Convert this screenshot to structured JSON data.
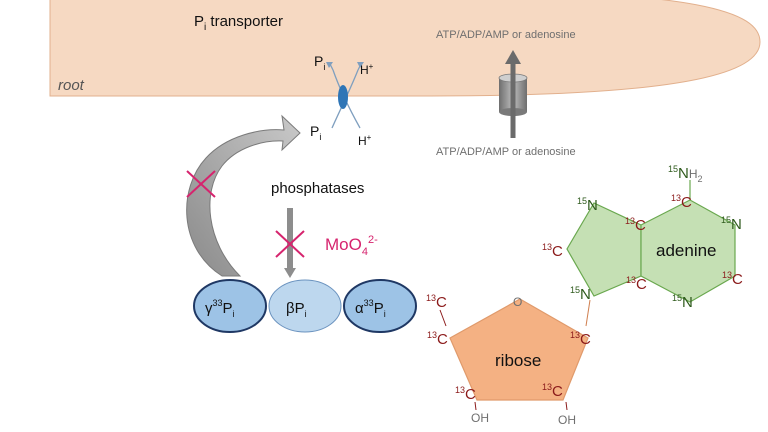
{
  "colors": {
    "root_fill": "#f6d9c2",
    "ribose_fill": "#f4b183",
    "adenine_fill": "#c5e0b4",
    "phosphate_dark": "#9dc3e6",
    "phosphate_light": "#bdd7ee",
    "inhibitor": "#d6246e",
    "isotope_13": "#8b1a1a",
    "isotope_15": "#2e5a1c"
  },
  "root": {
    "label": "root",
    "transporter_text": "transporter",
    "transporter_sub": "i",
    "pi_upper": "P",
    "pi_upper_sub": "i",
    "h_upper": "H",
    "pi_lower": "P",
    "pi_lower_sub": "i",
    "h_lower": "H",
    "plus": "+",
    "atp_upper": "ATP/ADP/AMP or adenosine",
    "atp_lower": "ATP/ADP/AMP or adenosine"
  },
  "phosphatases": {
    "label": "phosphatases",
    "inhibitor_main": "MoO",
    "inhibitor_sub": "4",
    "inhibitor_sup": "2-"
  },
  "phosphates": {
    "gamma_greek": "γ",
    "gamma_iso": "33",
    "gamma_p": "P",
    "gamma_sub": "i",
    "beta_greek": "β",
    "beta_p": "P",
    "beta_sub": "i",
    "alpha_greek": "α",
    "alpha_iso": "33",
    "alpha_p": "P",
    "alpha_sub": "i"
  },
  "ribose": {
    "label": "ribose",
    "ring_o": "O",
    "oh_left": "OH",
    "oh_right": "OH"
  },
  "adenine": {
    "label": "adenine",
    "nh2_n": "N",
    "nh2_h": "H",
    "nh2_sub": "2"
  },
  "isotopes": {
    "c13": "13",
    "n15": "15",
    "c": "C",
    "n": "N"
  }
}
